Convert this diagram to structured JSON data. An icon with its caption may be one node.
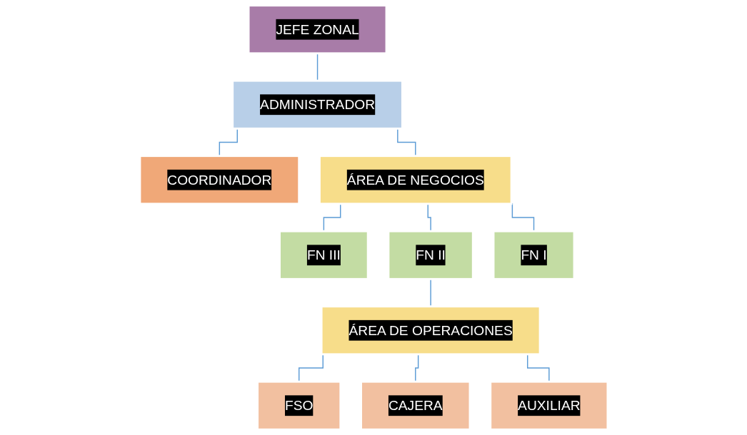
{
  "diagram": {
    "nodes": [
      {
        "text": [
          "JEFE ZONAL"
        ]
      },
      {
        "text": [
          "ADMINISTRADOR"
        ]
      },
      {
        "text": [
          "COORDINADOR"
        ]
      },
      {
        "text": [
          "ÁREA DE NEGOCIOS"
        ]
      },
      {
        "text": [
          "FN III"
        ]
      },
      {
        "text": [
          "FN II"
        ]
      },
      {
        "text": [
          "FN I"
        ]
      },
      {
        "text": [
          "ÁREA DE OPERACIONES"
        ]
      },
      {
        "text": [
          "FSO"
        ]
      },
      {
        "text": [
          "CAJERA"
        ]
      },
      {
        "text": [
          "AUXILIAR"
        ]
      }
    ],
    "edges": [
      {
        "from": 0,
        "to": 1,
        "arrow": "none"
      },
      {
        "from": 1,
        "to": 2,
        "arrow": "none"
      },
      {
        "from": 1,
        "to": 3,
        "arrow": "none"
      },
      {
        "from": 3,
        "to": 4,
        "arrow": "none"
      },
      {
        "from": 3,
        "to": 5,
        "arrow": "none"
      },
      {
        "from": 3,
        "to": 6,
        "arrow": "none"
      },
      {
        "from": 5,
        "to": 7,
        "arrow": "none"
      },
      {
        "from": 7,
        "to": 8,
        "arrow": "none"
      },
      {
        "from": 7,
        "to": 9,
        "arrow": "none"
      },
      {
        "from": 7,
        "to": 10,
        "arrow": "none"
      }
    ]
  }
}
